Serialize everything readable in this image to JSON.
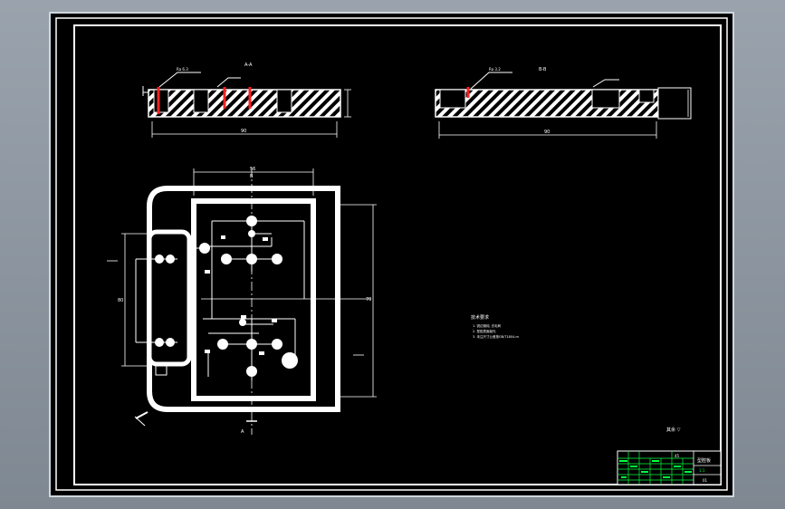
{
  "drawing": {
    "section_a_label": "A-A",
    "section_b_label": "B-B",
    "section_a_dim": "90",
    "section_b_dim": "90",
    "plan_top_dim": "56",
    "plan_right_dim": "70",
    "plan_left_dim": "80",
    "plan_section_mark_top": "B",
    "plan_section_mark_bottom": "A",
    "callout_1": "Ra 6.3",
    "callout_2": "Ra 3.2"
  },
  "notes": {
    "heading": "技术要求",
    "lines": [
      "1. 锐边倒钝, 去毛刺",
      "2. 型腔表面抛光",
      "3. 未注尺寸公差按GB/T1804-m"
    ]
  },
  "roughness": "其余 ▽",
  "title_block": {
    "title": "型腔板",
    "scale": "1:1",
    "material": "45",
    "sheet": "01"
  },
  "colors": {
    "background": "#000000",
    "lines": "#ffffff",
    "accent_red": "#ff2020",
    "title_green": "#00ff40"
  }
}
